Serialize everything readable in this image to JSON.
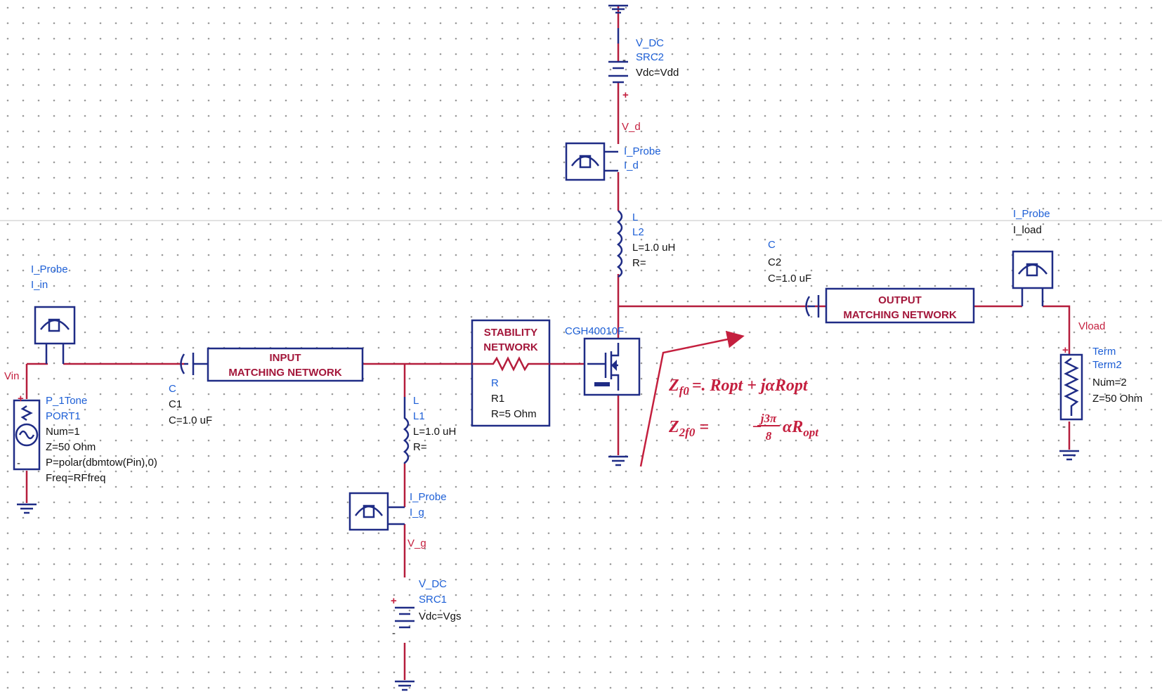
{
  "labels": {
    "src2_type": "V_DC",
    "src2_name": "SRC2",
    "src2_val": "Vdc=Vdd",
    "node_vd": "V_d",
    "probe_d_type": "I_Probe",
    "probe_d_name": "I_d",
    "l2_type": "L",
    "l2_name": "L2",
    "l2_val": "L=1.0 uH",
    "l2_r": "R=",
    "c2_type": "C",
    "c2_name": "C2",
    "c2_val": "C=1.0 uF",
    "probe_load_type": "I_Probe",
    "probe_load_name": "I_load",
    "node_vload": "Vload",
    "term_type": "Term",
    "term_name": "Term2",
    "term_num": "Num=2",
    "term_z": "Z=50 Ohm",
    "probe_in_type": "I_Probe",
    "probe_in_name": "I_in",
    "node_vin": "Vin",
    "c1_type": "C",
    "c1_name": "C1",
    "c1_val": "C=1.0 uF",
    "port_type": "P_1Tone",
    "port_name": "PORT1",
    "port_num": "Num=1",
    "port_z": "Z=50 Ohm",
    "port_p": "P=polar(dbmtow(Pin),0)",
    "port_freq": "Freq=RFfreq",
    "l1_type": "L",
    "l1_name": "L1",
    "l1_val": "L=1.0 uH",
    "l1_r": "R=",
    "probe_g_type": "I_Probe",
    "probe_g_name": "I_g",
    "node_vg": "V_g",
    "src1_type": "V_DC",
    "src1_name": "SRC1",
    "src1_val": "Vdc=Vgs",
    "r1_type": "R",
    "r1_name": "R1",
    "r1_val": "R=5 Ohm",
    "transistor": "CGH40010F"
  },
  "blocks": {
    "input_line1": "INPUT",
    "input_line2": "MATCHING NETWORK",
    "stability_line1": "STABILITY",
    "stability_line2": "NETWORK",
    "output_line1": "OUTPUT",
    "output_line2": "MATCHING NETWORK"
  },
  "equations": {
    "eq1_lhs": "Z",
    "eq1_sub": "f0",
    "eq1_rhs": "=. Ropt + jαRopt",
    "eq2_lhs": "Z",
    "eq2_sub": "2f0",
    "eq2_eq": "=",
    "eq2_minus": "−",
    "eq2_num": "j3π",
    "eq2_den": "8",
    "eq2_tail": "αR",
    "eq2_tail_sub": "opt"
  },
  "colors": {
    "wire": "#b51d3c",
    "component": "#1f2c86",
    "label_blue": "#1d5fd6",
    "equation_red": "#c41f3e"
  }
}
